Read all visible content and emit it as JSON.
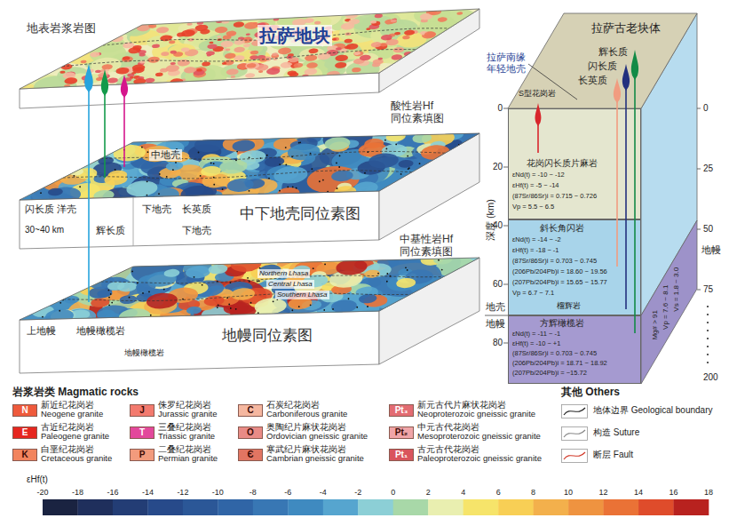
{
  "diagram": {
    "nodes": [
      {
        "text": [
          "地表岩浆岩图",
          "拉萨地块"
        ]
      },
      {
        "text": [
          "酸性岩Hf 同位素填图",
          "中地壳",
          "闪长质 洋壳",
          "30~40 km",
          "辉长质",
          "下地壳",
          "长英质",
          "下地壳",
          "中下地壳同位素图"
        ]
      },
      {
        "text": [
          "中基性岩Hf 同位素填图",
          "Northern Lhasa",
          "Central Lhasa",
          "Southern Lhasa",
          "上地幔",
          "地幔橄榄岩",
          "地幔橄榄岩",
          "地幔同位素图"
        ]
      },
      {
        "text": [
          "拉萨古老块体",
          "辉长质",
          "闪长质",
          "长英质",
          "S型花岗岩"
        ]
      },
      {
        "text": [
          "花岗闪长质片麻岩",
          "εNd(t) = -10 ~ -12",
          "εHf(t) = -5 ~ -14",
          "(87Sr/86Sr)i = 0.715 ~ 0.726",
          "Vp = 5.5 ~ 6.5"
        ]
      },
      {
        "text": [
          "斜长角闪岩",
          "εNd(t) = -14 ~ -2",
          "εHf(t) = -18 ~ -1",
          "(87Sr/86Sr)i = 0.703 ~ 0.745",
          "(206Pb/204Pb)i = 18.60 ~ 19.56",
          "(207Pb/204Pb)i = 15.65 ~ 15.77",
          "Vp = 6.7 ~ 7.1",
          "榴辉岩"
        ]
      },
      {
        "text": [
          "方辉橄榄岩",
          "εNd(t) = -11 ~ -1",
          "εHf(t) = -10 ~ +1",
          "(87Sr/86Sr)i = 0.703 ~ 0.745",
          "(206Pb/204Pb)i = 18.71 ~ 18.92",
          "(207Pb/204Pb)i = ~15.72"
        ]
      }
    ],
    "labels": [
      "拉萨南缘 年轻地壳",
      "0",
      "20",
      "40",
      "60",
      "80",
      "深度 (km)",
      "地壳",
      "地幔",
      "0",
      "25",
      "50",
      "75",
      "200",
      "地幔",
      "Mg# > 91",
      "Vp = 7.6 ~ 8.1",
      "Vs = 1.8 ~ 3.0",
      "岩浆岩类 Magmatic rocks",
      "N",
      "E",
      "K",
      "J",
      "T",
      "P",
      "C",
      "O",
      "Є",
      "Pt₃",
      "Pt₂",
      "Pt₁",
      "其他 Others",
      "εHf(t)",
      "-20",
      "-18",
      "-16",
      "-14",
      "-12",
      "-10",
      "-8",
      "-6",
      "-4",
      "-2",
      "0",
      "2",
      "4",
      "6",
      "8",
      "10",
      "12",
      "14",
      "16",
      "18"
    ],
    "legend": [
      {
        "text": "新近纪花岗岩 Neogene granite",
        "color": "#ef5a3c"
      },
      {
        "text": "古近纪花岗岩 Paleogene granite",
        "color": "#e6261f"
      },
      {
        "text": "白垩纪花岗岩 Cretaceous granite",
        "color": "#f2845e"
      },
      {
        "text": "侏罗纪花岗岩 Jurassic granite",
        "color": "#f37a6e"
      },
      {
        "text": "三叠纪花岗岩 Triassic granite",
        "color": "#e3489b"
      },
      {
        "text": "二叠纪花岗岩 Permian granite",
        "color": "#f29b7d"
      },
      {
        "text": "石炭纪花岗岩 Carboniferous granite",
        "color": "#f5b7a0"
      },
      {
        "text": "奥陶纪片麻状花岗岩 Ordovician gneissic granite",
        "color": "#e98b86"
      },
      {
        "text": "寒武纪片麻状花岗岩 Cambrian gneissic granite",
        "color": "#e27562"
      },
      {
        "text": "新元古代片麻状花岗岩 Neoproterozoic gneissic granite",
        "color": "#e36c72"
      },
      {
        "text": "中元古代花岗岩 Mesoproterozoic gneissic granite",
        "color": "#f0a5a8"
      },
      {
        "text": "古元古代花岗岩 Paleoproterozoic gneissic granite",
        "color": "#d9545c"
      },
      {
        "text": "地体边界 Geological boundary"
      },
      {
        "text": "构造 Suture"
      },
      {
        "text": "断层 Fault"
      }
    ]
  }
}
